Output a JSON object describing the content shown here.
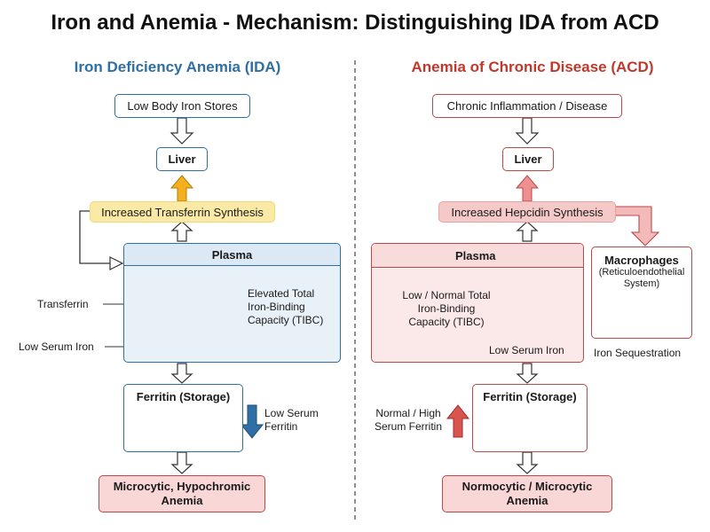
{
  "title": "Iron and Anemia - Mechanism: Distinguishing IDA from ACD",
  "colors": {
    "ida": "#2f6fa3",
    "acd": "#c0392b",
    "yellow_fill": "#fbeaa5",
    "red_fill": "#f6c9c9",
    "dot": "#c8202a",
    "antibody": "#2f6fa3"
  },
  "ida": {
    "heading": "Iron Deficiency Anemia (IDA)",
    "stores": "Low Body Iron Stores",
    "liver": "Liver",
    "synthesis": "Increased Transferrin Synthesis",
    "plasma": "Plasma",
    "tibc": "Elevated Total Iron-Binding Capacity (TIBC)",
    "transferrin_label": "Transferrin",
    "serum_iron_label": "Low Serum Iron",
    "ferritin": "Ferritin (Storage)",
    "ferritin_note": "Low Serum Ferritin",
    "result": "Microcytic, Hypochromic Anemia"
  },
  "acd": {
    "heading": "Anemia of Chronic Disease (ACD)",
    "cause": "Chronic Inflammation / Disease",
    "liver": "Liver",
    "synthesis": "Increased Hepcidin Synthesis",
    "plasma": "Plasma",
    "tibc": "Low / Normal Total Iron-Binding Capacity (TIBC)",
    "serum_iron_label": "Low Serum Iron",
    "macrophages": "Macrophages",
    "macrophages_sub": "(Reticuloendothelial System)",
    "sequestration": "Iron Sequestration",
    "ferritin": "Ferritin (Storage)",
    "ferritin_note": "Normal / High Serum Ferritin",
    "result": "Normocytic / Microcytic Anemia"
  }
}
